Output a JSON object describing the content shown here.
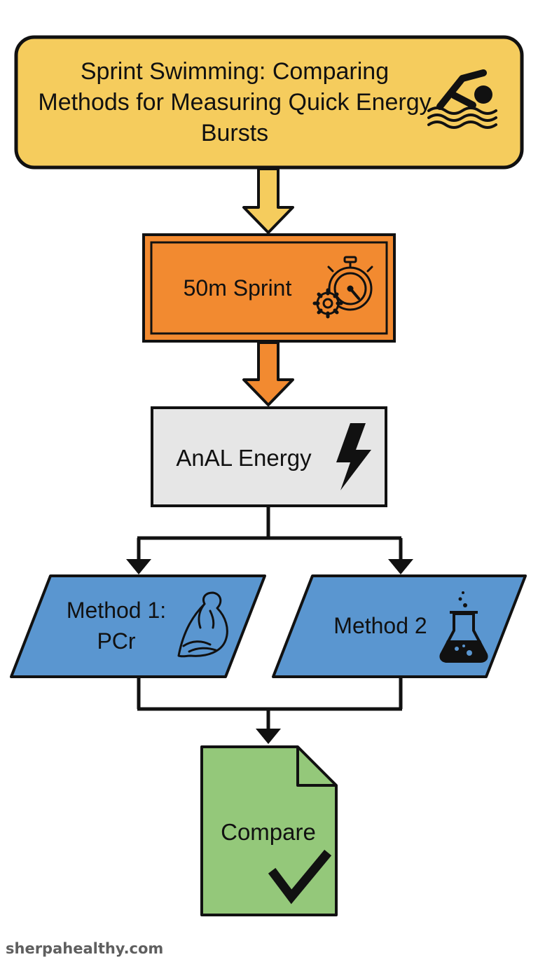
{
  "title": {
    "text": "Sprint Swimming: Comparing Methods for Measuring Quick Energy Bursts",
    "icon": "swimmer-icon"
  },
  "nodes": {
    "sprint": {
      "label": "50m Sprint",
      "icon": "stopwatch-gear-icon"
    },
    "energy": {
      "label": "AnAL Energy",
      "icon": "lightning-icon"
    },
    "method1": {
      "label": "Method 1: PCr",
      "icon": "flexed-arm-icon"
    },
    "method2": {
      "label": "Method 2",
      "icon": "flask-icon"
    },
    "compare": {
      "label": "Compare",
      "icon": "checkmark-icon"
    }
  },
  "watermark": "sherpahealthy.com",
  "colors": {
    "title_fill": "#f5cc5d",
    "sprint_fill": "#f28a30",
    "energy_fill": "#e6e6e6",
    "method_fill": "#5a96d0",
    "compare_fill": "#94c87a",
    "stroke": "#111111"
  }
}
